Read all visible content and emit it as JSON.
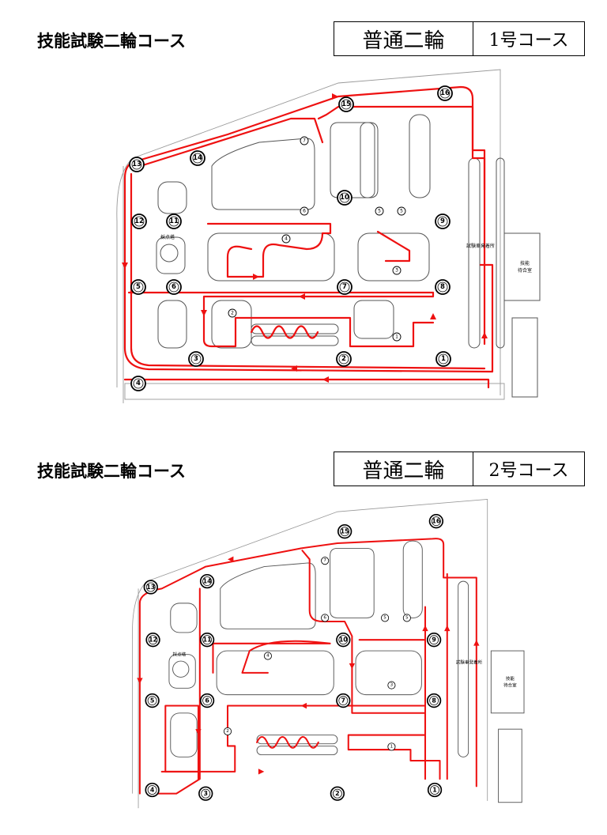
{
  "course1": {
    "title": "技能試験二輪コース",
    "license_class": "普通二輪",
    "course_name": "1号コース"
  },
  "course2": {
    "title": "技能試験二輪コース",
    "license_class": "普通二輪",
    "course_name": "2号コース"
  },
  "map_labels": {
    "signal_tower": "採点塔",
    "exam_office": "試験車発着所",
    "waiting_room_line1": "技能",
    "waiting_room_line2": "待合室"
  },
  "checkpoints": [
    "1",
    "2",
    "3",
    "4",
    "5",
    "6",
    "7",
    "8",
    "9",
    "10",
    "11",
    "12",
    "13",
    "14",
    "15",
    "16"
  ],
  "small_markers": [
    "1",
    "2",
    "3",
    "4",
    "5",
    "6",
    "7"
  ],
  "colors": {
    "route": "#ee1111",
    "outline": "#000000"
  }
}
